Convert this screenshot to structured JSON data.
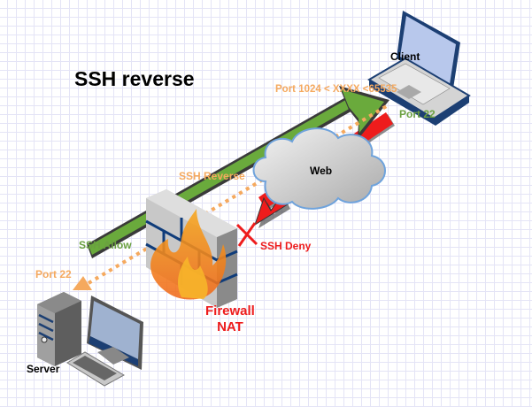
{
  "diagram": {
    "title": "SSH reverse",
    "nodes": {
      "client": {
        "label": "Client",
        "icon": "laptop-icon"
      },
      "server": {
        "label": "Server",
        "icon": "desktop-server-icon"
      },
      "web": {
        "label": "Web",
        "icon": "cloud-icon"
      },
      "firewall": {
        "label_line1": "Firewall",
        "label_line2": "NAT",
        "icon": "firewall-icon"
      }
    },
    "connections": {
      "ssh_reverse": {
        "label": "SSH Reverse",
        "direction": "server-to-client",
        "color": "#6aaa3c"
      },
      "ssh_allow": {
        "label": "SSH Allow",
        "color": "#6aaa3c"
      },
      "ssh_deny": {
        "label": "SSH Deny",
        "direction": "client-to-server",
        "color": "#ee1c1c",
        "blocked_icon": "x-mark-icon"
      },
      "tunnel": {
        "color": "#f5a95e"
      }
    },
    "ports": {
      "client_range": "Port 1024 < XXXX <65535",
      "client_port": "Port 22",
      "server_port": "Port 22"
    },
    "colors": {
      "allow": "#6aaa3c",
      "deny": "#ee1c1c",
      "tunnel": "#f5a95e",
      "grid": "#e4e4f6"
    }
  }
}
